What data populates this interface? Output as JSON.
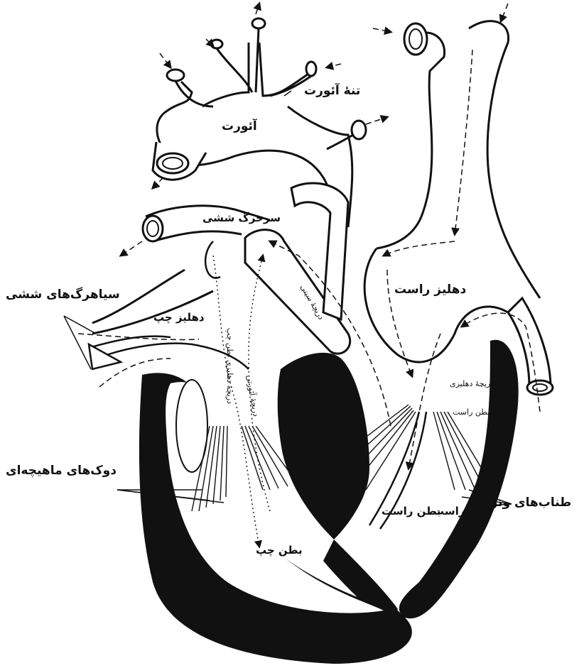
{
  "labels": {
    "aortic_trunk": "تنۀ آئورت",
    "aorta": "آئورت",
    "pulmonary_artery": "سرخرگ ششی",
    "pulmonary_veins": "سیاهرگ‌های ششی",
    "left_atrium": "دهلیز چپ",
    "right_atrium": "دهلیز راست",
    "pulmonary_valve": "دریچۀ سینی",
    "mitral_valve": "دریچۀ دهلیزی بطن چپ",
    "aortic_valve": "دریچۀ آئورتی",
    "tricuspid_valve_line1": "دریچۀ دهلیزی",
    "tricuspid_valve_line2": "بطن راست",
    "papillary_muscles": "دوک‌های ماهیچه‌ای",
    "left_ventricle": "بطن چپ",
    "right_ventricle": "بطن راست",
    "chordae_tendineae": "طناب‌های وتری"
  },
  "colors": {
    "ink": "#111111",
    "paper": "#ffffff"
  }
}
